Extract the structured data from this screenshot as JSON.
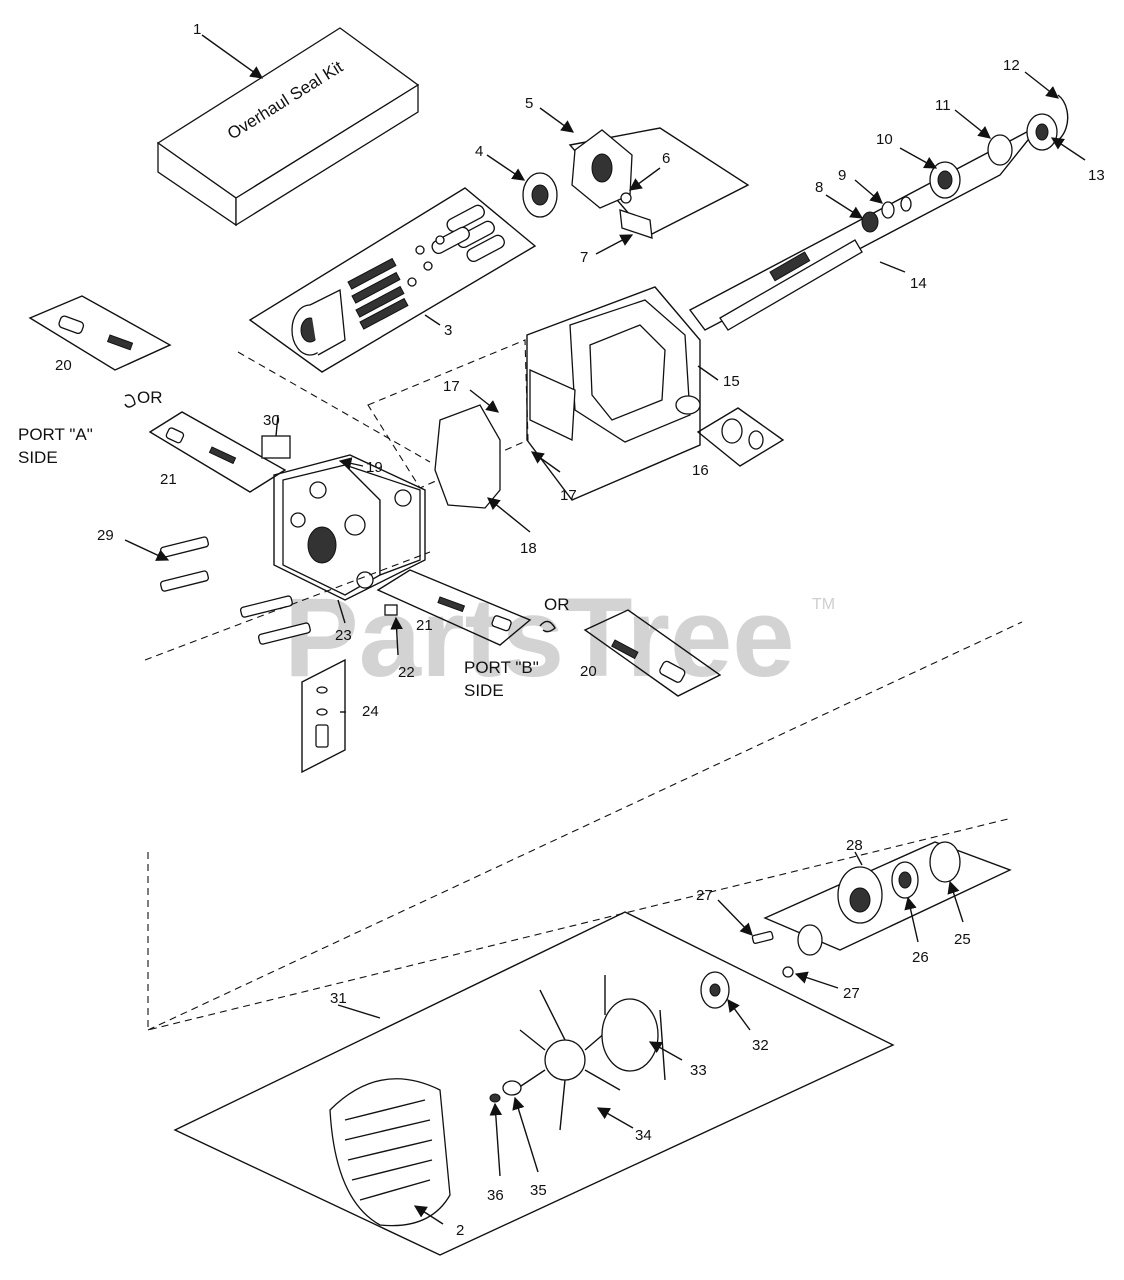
{
  "watermark": {
    "text": "PartsTree",
    "tm": "TM"
  },
  "kit_text": "Overhaul Seal Kit",
  "side_labels": {
    "or_top": "OR",
    "port_a_1": "PORT \"A\"",
    "port_a_2": "SIDE",
    "or_bottom": "OR",
    "port_b_1": "PORT \"B\"",
    "port_b_2": "SIDE"
  },
  "callouts": [
    {
      "id": "c1",
      "text": "1"
    },
    {
      "id": "c2",
      "text": "2"
    },
    {
      "id": "c3",
      "text": "3"
    },
    {
      "id": "c4",
      "text": "4"
    },
    {
      "id": "c5",
      "text": "5"
    },
    {
      "id": "c6",
      "text": "6"
    },
    {
      "id": "c7",
      "text": "7"
    },
    {
      "id": "c8",
      "text": "8"
    },
    {
      "id": "c9",
      "text": "9"
    },
    {
      "id": "c10",
      "text": "10"
    },
    {
      "id": "c11",
      "text": "11"
    },
    {
      "id": "c12",
      "text": "12"
    },
    {
      "id": "c13",
      "text": "13"
    },
    {
      "id": "c14",
      "text": "14"
    },
    {
      "id": "c15",
      "text": "15"
    },
    {
      "id": "c16",
      "text": "16"
    },
    {
      "id": "c17a",
      "text": "17"
    },
    {
      "id": "c17b",
      "text": "17"
    },
    {
      "id": "c18",
      "text": "18"
    },
    {
      "id": "c19",
      "text": "19"
    },
    {
      "id": "c20a",
      "text": "20"
    },
    {
      "id": "c20b",
      "text": "20"
    },
    {
      "id": "c21a",
      "text": "21"
    },
    {
      "id": "c21b",
      "text": "21"
    },
    {
      "id": "c22",
      "text": "22"
    },
    {
      "id": "c23",
      "text": "23"
    },
    {
      "id": "c24",
      "text": "24"
    },
    {
      "id": "c25",
      "text": "25"
    },
    {
      "id": "c26",
      "text": "26"
    },
    {
      "id": "c27a",
      "text": "27"
    },
    {
      "id": "c27b",
      "text": "27"
    },
    {
      "id": "c28",
      "text": "28"
    },
    {
      "id": "c29",
      "text": "29"
    },
    {
      "id": "c30",
      "text": "30"
    },
    {
      "id": "c31",
      "text": "31"
    },
    {
      "id": "c32",
      "text": "32"
    },
    {
      "id": "c33",
      "text": "33"
    },
    {
      "id": "c34",
      "text": "34"
    },
    {
      "id": "c35",
      "text": "35"
    },
    {
      "id": "c36",
      "text": "36"
    }
  ]
}
